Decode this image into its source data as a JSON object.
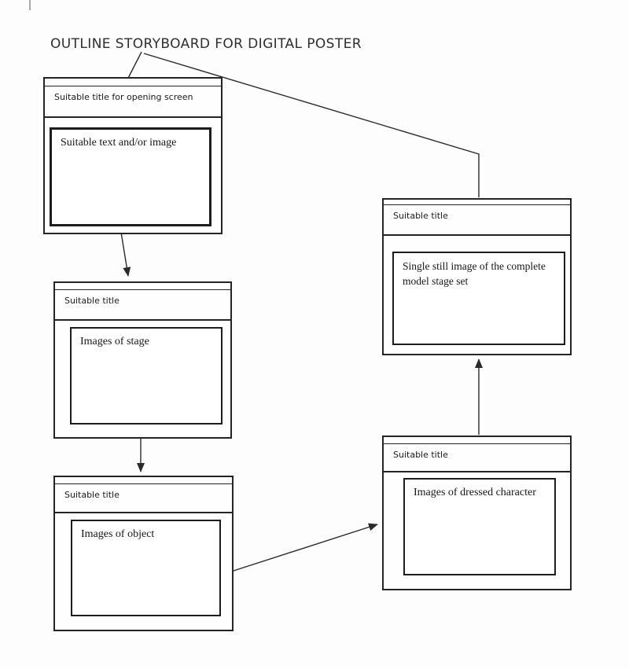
{
  "page_title": "OUTLINE STORYBOARD FOR DIGITAL POSTER",
  "boxes": [
    {
      "name": "opening-screen",
      "header": "Suitable title for opening screen",
      "content": "Suitable text and/or image"
    },
    {
      "name": "stage",
      "header": "Suitable title",
      "content": "Images of stage"
    },
    {
      "name": "object",
      "header": "Suitable title",
      "content": "Images of object"
    },
    {
      "name": "model-stage-set",
      "header": "Suitable title",
      "content": "Single still image of the complete\nmodel stage set"
    },
    {
      "name": "dressed-character",
      "header": "Suitable title",
      "content": "Images of dressed character"
    }
  ],
  "connectors": [
    {
      "from": "title-vertex",
      "to": "opening-screen",
      "arrowhead": true
    },
    {
      "from": "title-vertex",
      "to": "model-stage-set",
      "arrowhead": false
    },
    {
      "from": "opening-screen",
      "to": "stage",
      "arrowhead": true
    },
    {
      "from": "stage",
      "to": "object",
      "arrowhead": true
    },
    {
      "from": "object",
      "to": "dressed-character",
      "arrowhead": true
    },
    {
      "from": "dressed-character",
      "to": "model-stage-set",
      "arrowhead": true
    }
  ],
  "colors": {
    "line": "#2a2a2a",
    "border": "#242424",
    "background": "#fdfdfd",
    "text": "#1b1b1b"
  }
}
